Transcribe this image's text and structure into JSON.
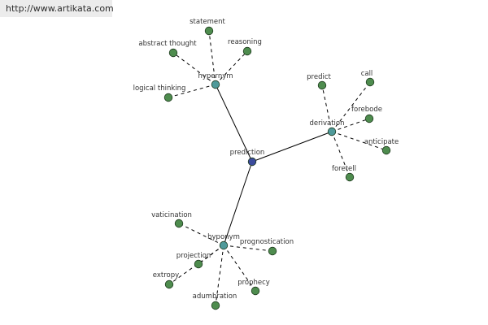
{
  "banner": {
    "url": "http://www.artikata.com"
  },
  "colors": {
    "center_node": "#3b4b9c",
    "hub_node": "#4f9a9a",
    "leaf_node": "#4e8c4e"
  },
  "graph": {
    "center": "prediction",
    "hubs": [
      "hypernym",
      "derivation",
      "hyponym"
    ],
    "leaves": {
      "hypernym": [
        "statement",
        "abstract thought",
        "reasoning",
        "logical thinking"
      ],
      "derivation": [
        "predict",
        "call",
        "forebode",
        "anticipate",
        "foretell"
      ],
      "hyponym": [
        "vaticination",
        "prognostication",
        "projection",
        "extropy",
        "prophecy",
        "adumbration"
      ]
    }
  }
}
